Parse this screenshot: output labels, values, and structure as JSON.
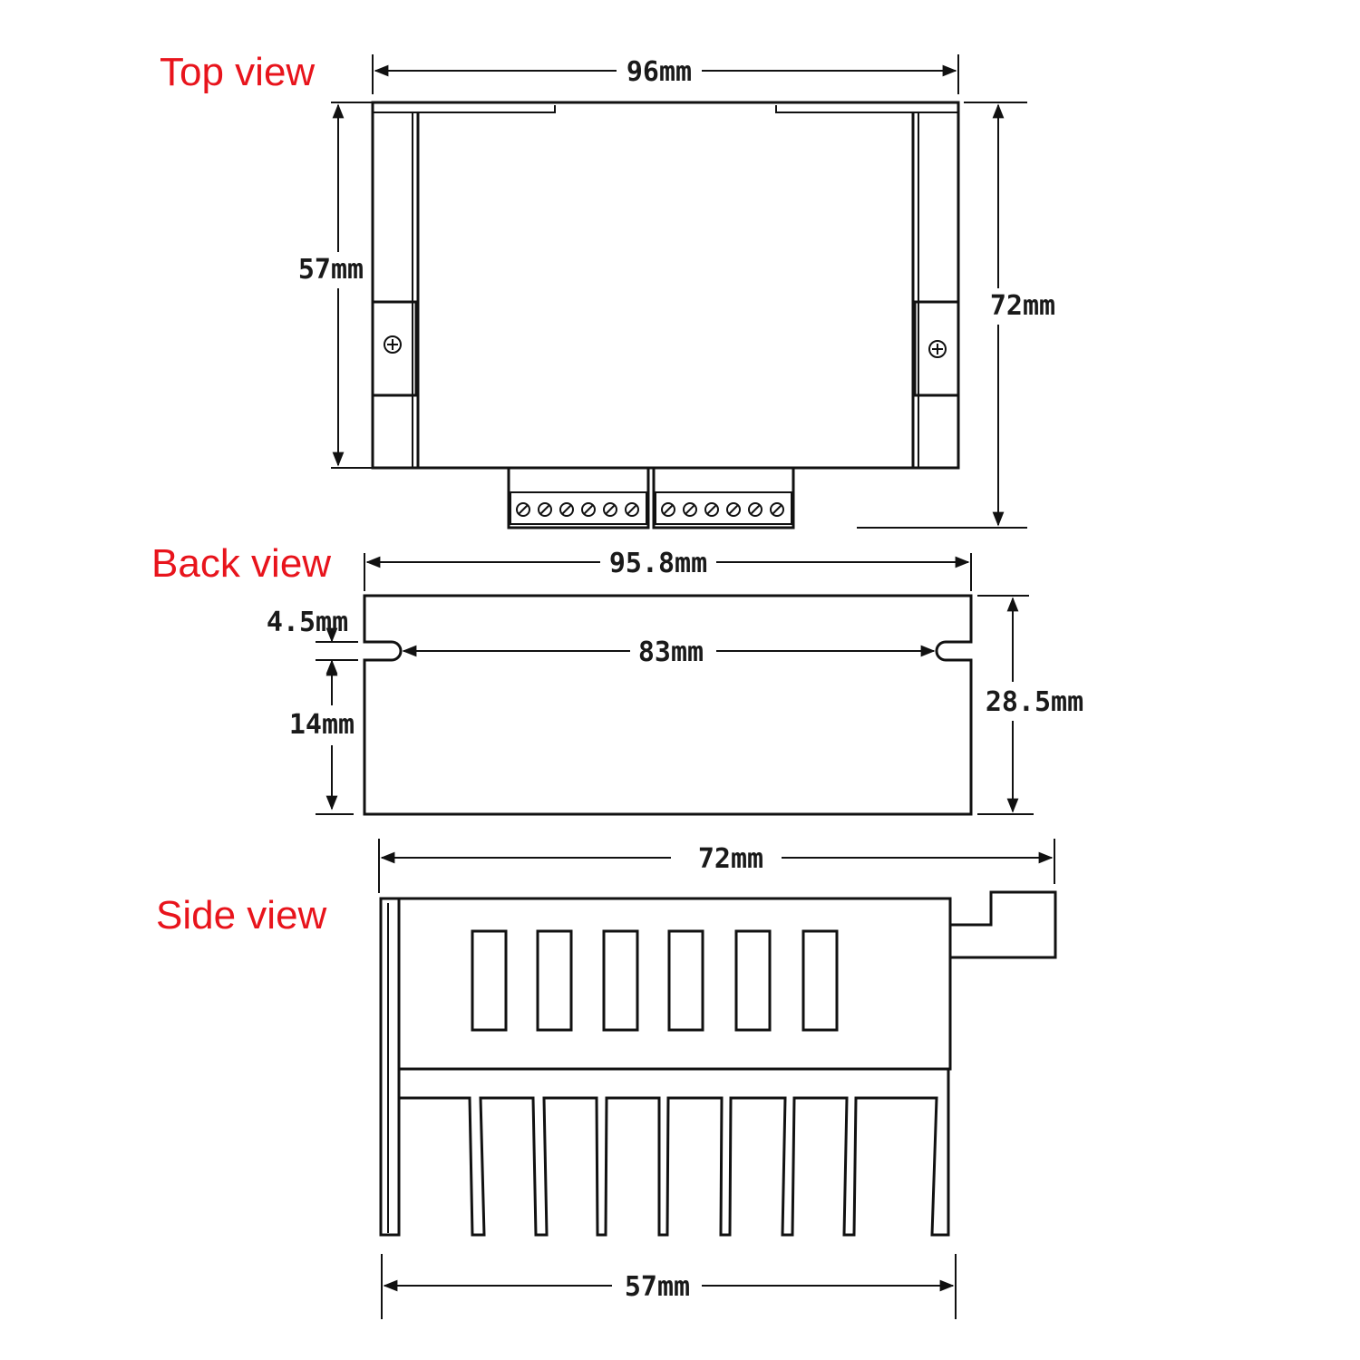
{
  "views": {
    "top": {
      "title": "Top view"
    },
    "back": {
      "title": "Back view"
    },
    "side": {
      "title": "Side view"
    }
  },
  "dimensions": {
    "top_width": "96mm",
    "top_inner_height": "57mm",
    "top_total_height": "72mm",
    "back_width": "95.8mm",
    "back_slot_offset": "4.5mm",
    "back_slot_spacing": "83mm",
    "back_lower_height": "14mm",
    "back_height": "28.5mm",
    "side_width": "72mm",
    "side_base_width": "57mm"
  },
  "colors": {
    "title": "#e8141c",
    "line": "#111111"
  }
}
